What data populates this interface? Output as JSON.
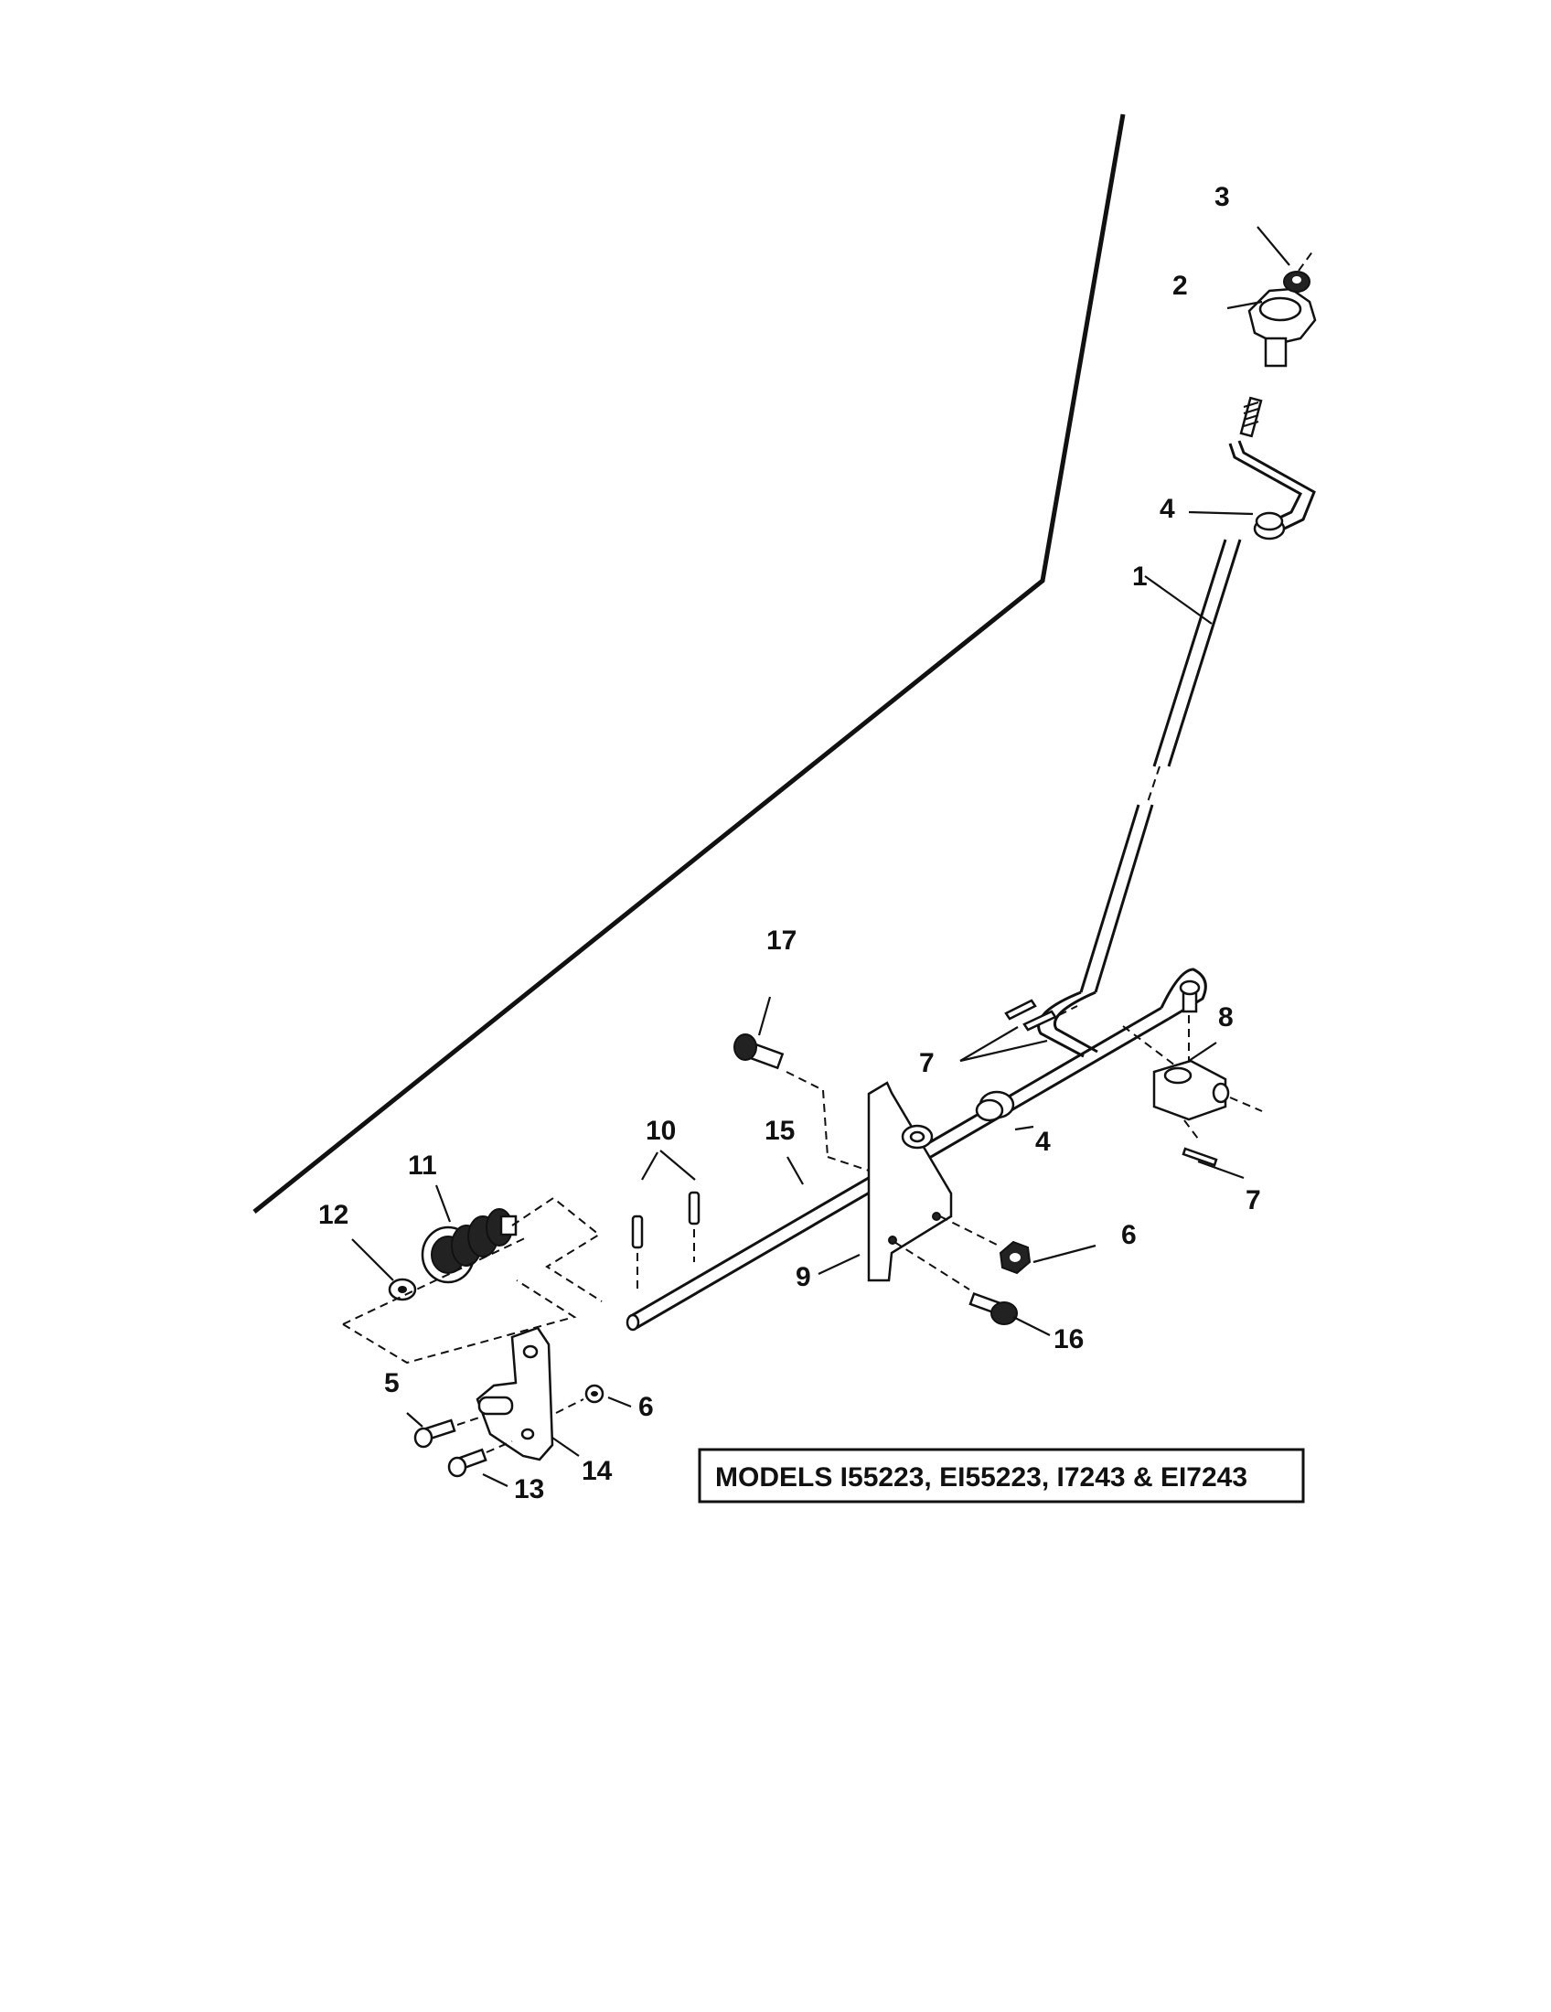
{
  "diagram": {
    "model_label": "MODELS I55223, EI55223, I7243 & EI7243",
    "callouts": {
      "c1": "1",
      "c2": "2",
      "c3": "3",
      "c4a": "4",
      "c4b": "4",
      "c5": "5",
      "c6a": "6",
      "c6b": "6",
      "c7a": "7",
      "c7b": "7",
      "c8": "8",
      "c9": "9",
      "c10": "10",
      "c11": "11",
      "c12": "12",
      "c13": "13",
      "c14": "14",
      "c15": "15",
      "c16": "16",
      "c17": "17"
    }
  }
}
